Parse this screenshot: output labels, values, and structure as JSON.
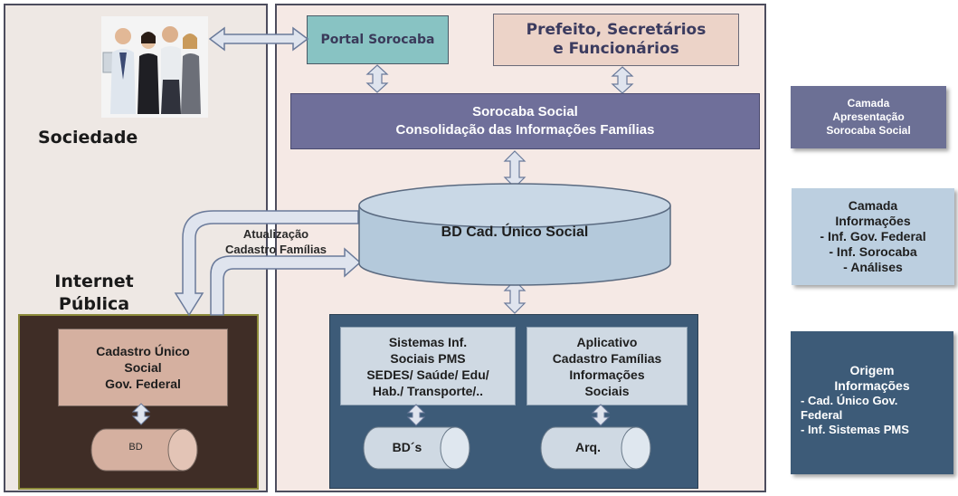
{
  "society": {
    "label": "Sociedade",
    "photo_icon": "people-group-photo"
  },
  "internet": {
    "label": "Internet\nPública"
  },
  "portal": {
    "label": "Portal Sorocaba"
  },
  "officials": {
    "label": "Prefeito, Secretários\ne Funcionários"
  },
  "social": {
    "label": "Sorocaba Social\nConsolidação das Informações Famílias"
  },
  "database": {
    "label": "BD Cad. Único Social"
  },
  "update_label": "Atualização\nCadastro Famílias",
  "federal": {
    "box_label": "Cadastro Único\nSocial\nGov. Federal",
    "db_label": "BD"
  },
  "systems": {
    "sys_label": "Sistemas Inf.\nSociais PMS\nSEDES/ Saúde/ Edu/\nHab./ Transporte/..",
    "sys_db": "BD´s",
    "app_label": "Aplicativo\nCadastro Famílias\nInformações\nSociais",
    "app_db": "Arq."
  },
  "layers": {
    "presentation": "Camada\nApresentação\nSorocaba Social",
    "information": "Camada\nInformações\n- Inf. Gov. Federal\n- Inf. Sorocaba\n- Análises",
    "origin_title": "Origem\nInformações",
    "origin_items": "- Cad. Único Gov.\nFederal\n- Inf. Sistemas PMS"
  },
  "colors": {
    "portal": "#88c3c3",
    "officials": "#ecd3c8",
    "social": "#6f6f9a",
    "database": "#b4c9db",
    "federal_panel": "#3f2d26",
    "federal_box": "#d5b0a0",
    "systems_panel": "#3d5b78",
    "systems_box": "#cfd9e3",
    "layer_presentation": "#6c7095",
    "layer_information": "#bccfe0",
    "layer_origin": "#3d5b78"
  }
}
